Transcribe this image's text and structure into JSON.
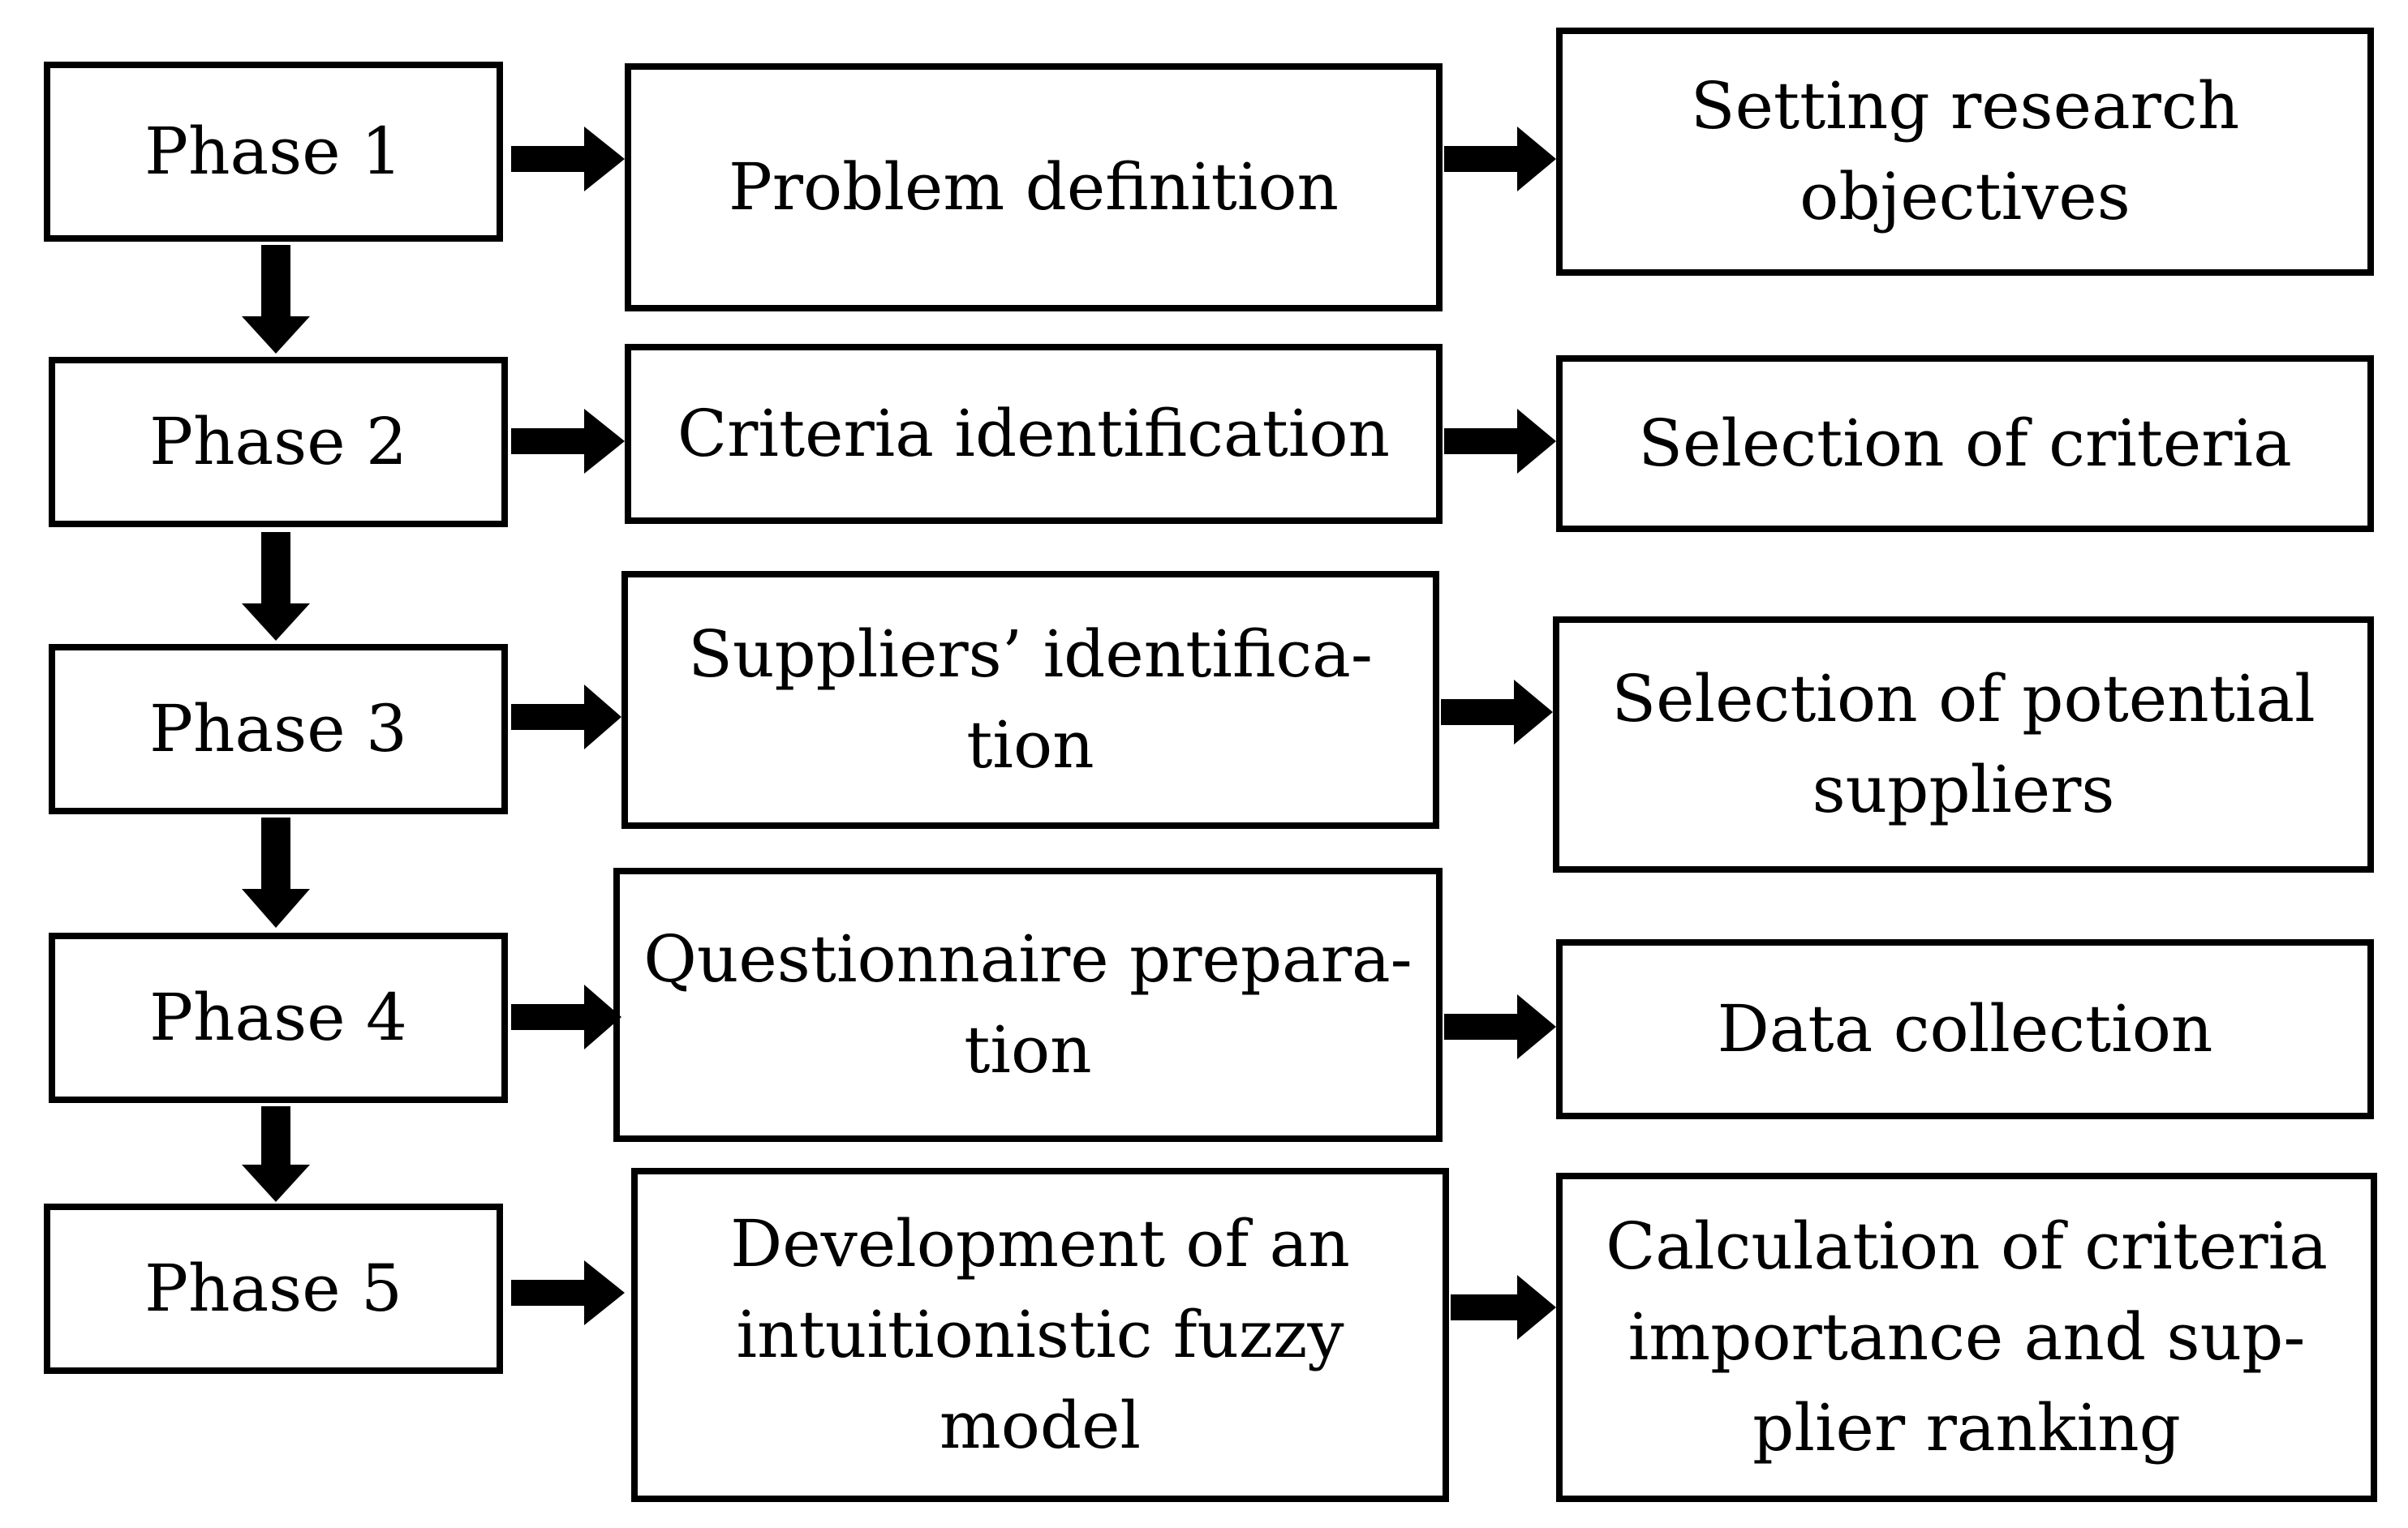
{
  "phases": [
    {
      "label": "Phase 1",
      "step": "Problem definition",
      "outcome": "Setting research\nobjectives"
    },
    {
      "label": "Phase 2",
      "step": "Criteria identification",
      "outcome": "Selection of criteria"
    },
    {
      "label": "Phase 3",
      "step": "Suppliers’ identifica-\ntion",
      "outcome": "Selection of potential\nsuppliers"
    },
    {
      "label": "Phase 4",
      "step": "Questionnaire prepara-\ntion",
      "outcome": "Data collection"
    },
    {
      "label": "Phase 5",
      "step": "Development of an\nintuitionistic fuzzy\nmodel",
      "outcome": "Calculation of criteria\nimportance and sup-\nplier ranking"
    }
  ],
  "colors": {
    "stroke": "#000000",
    "fill": "#ffffff"
  }
}
